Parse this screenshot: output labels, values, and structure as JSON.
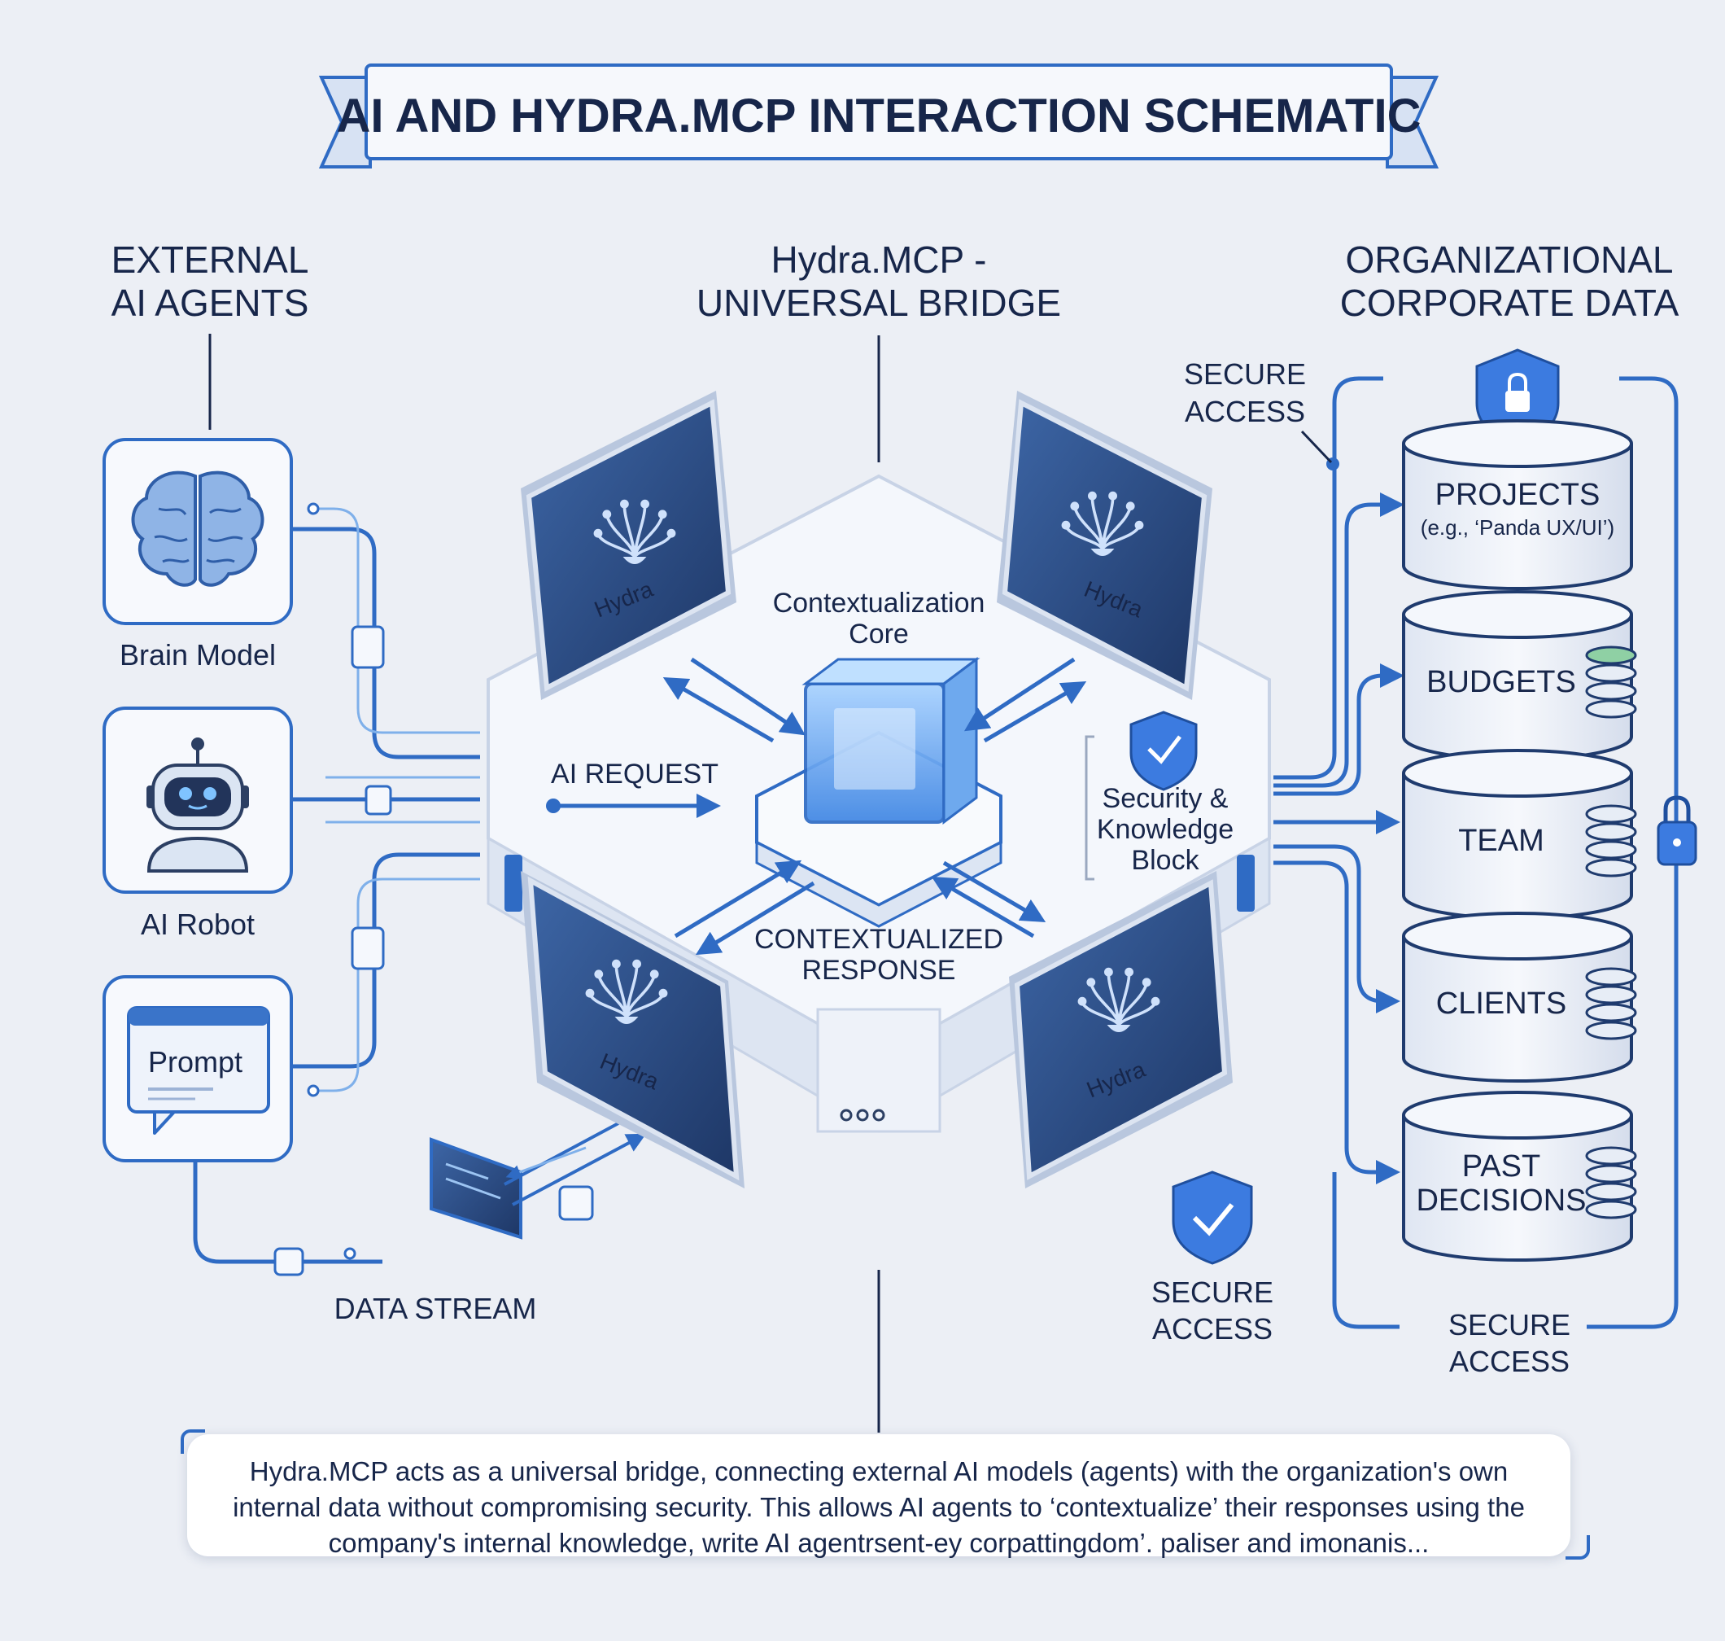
{
  "title": "AI AND HYDRA.MCP INTERACTION SCHEMATIC",
  "left_column": {
    "heading_line1": "EXTERNAL",
    "heading_line2": "AI AGENTS",
    "agents": [
      {
        "label": "Brain Model",
        "icon": "brain-icon"
      },
      {
        "label": "AI Robot",
        "icon": "robot-icon"
      },
      {
        "label": "Prompt",
        "icon": "prompt-window-icon"
      }
    ],
    "data_stream_label": "DATA STREAM"
  },
  "center": {
    "heading_line1": "Hydra.MCP -",
    "heading_line2": "UNIVERSAL BRIDGE",
    "core_label_line1": "Contextualization",
    "core_label_line2": "Core",
    "ai_request_label": "AI REQUEST",
    "response_label_line1": "CONTEXTUALIZED",
    "response_label_line2": "RESPONSE",
    "security_block_line1": "Security &",
    "security_block_line2": "Knowledge",
    "security_block_line3": "Block",
    "monitor_label": "Hydra",
    "secure_access_line1": "SECURE",
    "secure_access_line2": "ACCESS"
  },
  "right_column": {
    "heading_line1": "ORGANIZATIONAL",
    "heading_line2": "CORPORATE DATA",
    "secure_access_top_line1": "SECURE",
    "secure_access_top_line2": "ACCESS",
    "secure_access_bottom_line1": "SECURE",
    "secure_access_bottom_line2": "ACCESS",
    "databases": [
      {
        "line1": "PROJECTS",
        "line2": "(e.g., ‘Panda UX/UI’)"
      },
      {
        "line1": "BUDGETS",
        "line2": ""
      },
      {
        "line1": "TEAM",
        "line2": ""
      },
      {
        "line1": "CLIENTS",
        "line2": ""
      },
      {
        "line1": "PAST",
        "line2": "DECISIONS"
      }
    ]
  },
  "description": "Hydra.MCP acts as a universal bridge, connecting external AI models (agents) with the organization's own internal data without compromising security. This allows AI agents to ‘contextualize’ their responses using the company's internal knowledge, write AI agentrsent-ey corpattingdom’. paliser and imonanis...",
  "colors": {
    "accent": "#2f6bc4",
    "navy": "#17264a",
    "screen": "#2c4a7e",
    "background": "#eceff5"
  }
}
